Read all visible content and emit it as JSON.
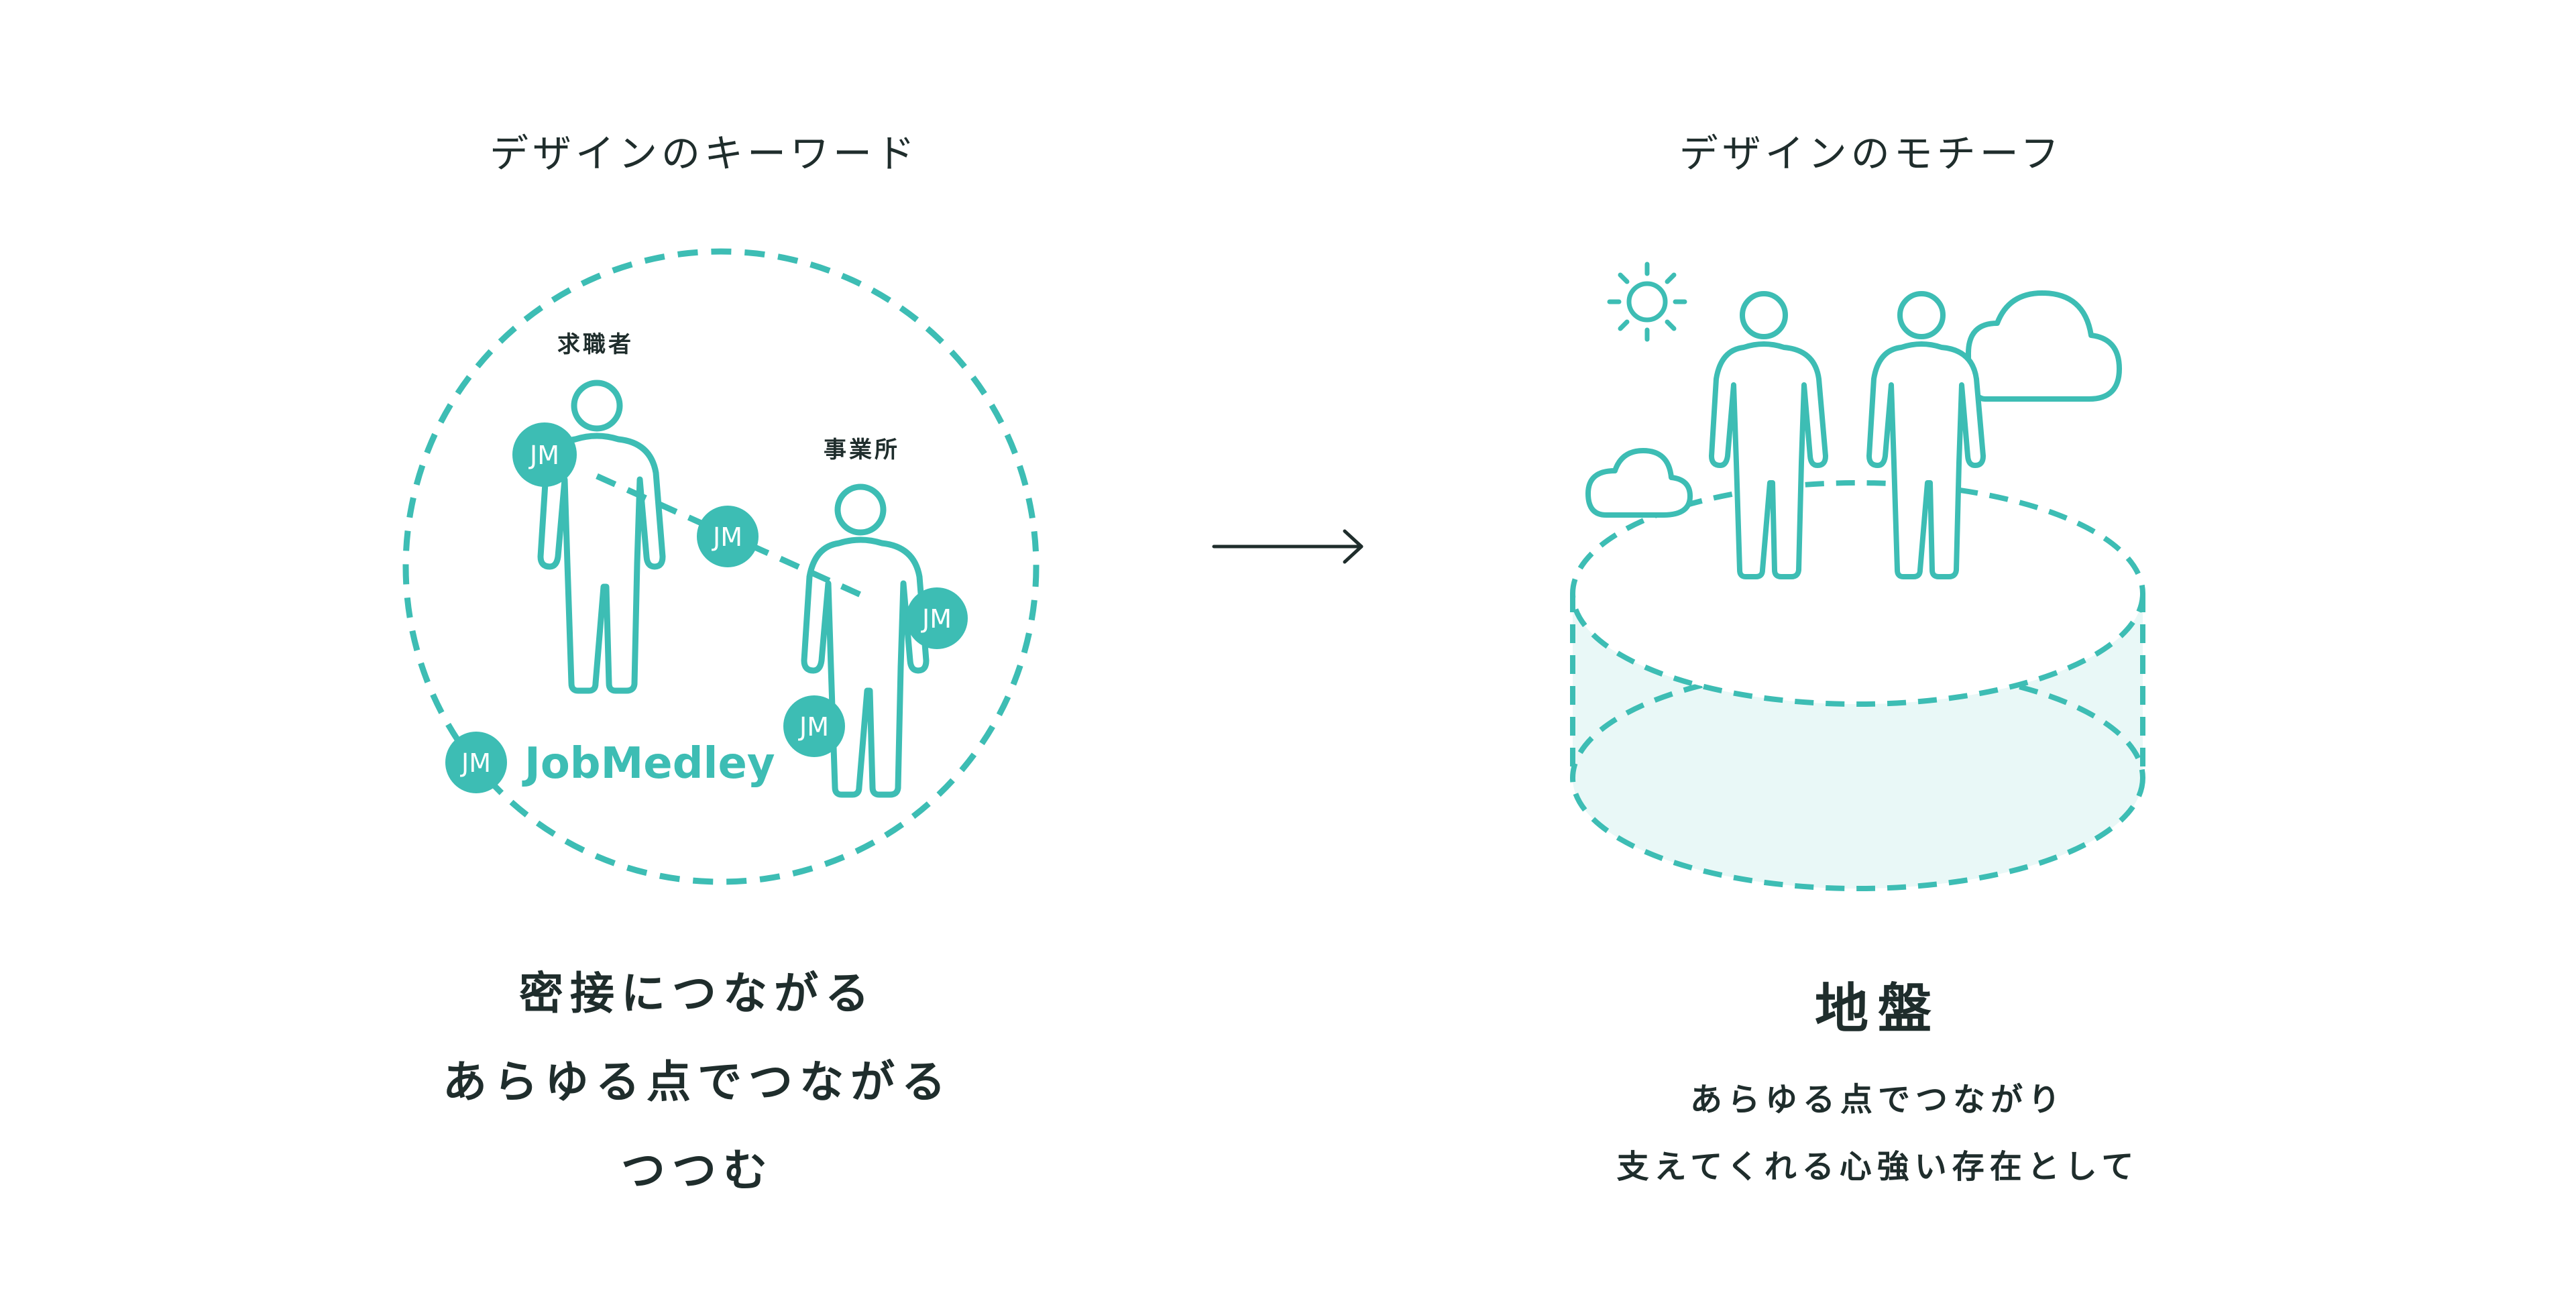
{
  "left_panel": {
    "heading": "デザインのキーワード",
    "labels": {
      "job_seeker": "求職者",
      "office": "事業所",
      "badge": "JM",
      "brand": "JobMedley"
    },
    "keywords": [
      "密接につながる",
      "あらゆる点でつながる",
      "つつむ"
    ]
  },
  "right_panel": {
    "heading": "デザインのモチーフ",
    "title": "地盤",
    "description": [
      "あらゆる点でつながり",
      "支えてくれる心強い存在として"
    ]
  },
  "colors": {
    "teal": "#3dbdb4",
    "text": "#1f2d2c",
    "ground_fill": "#e9f8f7",
    "badge_text": "#ffffff"
  },
  "icons": [
    "person-icon",
    "sun-icon",
    "cloud-icon",
    "arrow-right-icon"
  ]
}
